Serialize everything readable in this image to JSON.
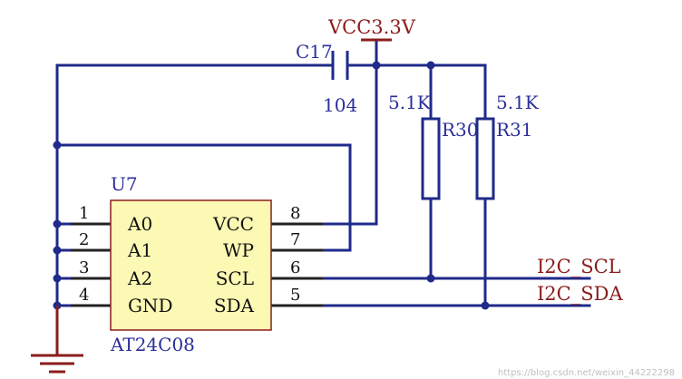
{
  "power": {
    "label": "VCC3.3V",
    "color": "#8a1c1c"
  },
  "capacitor": {
    "ref": "C17",
    "value": "104"
  },
  "resistors": [
    {
      "ref": "R30",
      "value": "5.1K"
    },
    {
      "ref": "R31",
      "value": "5.1K"
    }
  ],
  "chip": {
    "ref": "U7",
    "part": "AT24C08",
    "fill": "#fcf9b4",
    "left_pins": [
      {
        "num": "1",
        "name": "A0"
      },
      {
        "num": "2",
        "name": "A1"
      },
      {
        "num": "3",
        "name": "A2"
      },
      {
        "num": "4",
        "name": "GND"
      }
    ],
    "right_pins": [
      {
        "num": "8",
        "name": "VCC"
      },
      {
        "num": "7",
        "name": "WP"
      },
      {
        "num": "6",
        "name": "SCL"
      },
      {
        "num": "5",
        "name": "SDA"
      }
    ]
  },
  "nets": {
    "scl": "I2C_SCL",
    "sda": "I2C_SDA"
  },
  "wire_color": "#1f2a8a",
  "watermark": "https://blog.csdn.net/weixin_44222298"
}
